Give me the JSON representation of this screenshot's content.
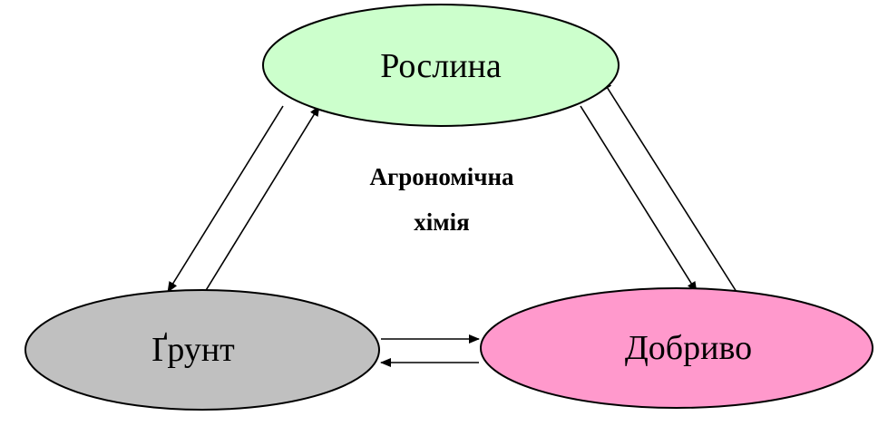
{
  "diagram": {
    "nodes": {
      "plant": {
        "label": "Рослина",
        "fill": "#ccffcc"
      },
      "soil": {
        "label": "Ґрунт",
        "fill": "#c0c0c0"
      },
      "fertilizer": {
        "label": "Добриво",
        "fill": "#ff99cc"
      }
    },
    "center": {
      "line1": "Агрономічна",
      "line2": "хімія"
    },
    "edges": [
      {
        "from": "plant",
        "to": "soil"
      },
      {
        "from": "soil",
        "to": "plant"
      },
      {
        "from": "plant",
        "to": "fertilizer"
      },
      {
        "from": "fertilizer",
        "to": "plant"
      },
      {
        "from": "soil",
        "to": "fertilizer"
      },
      {
        "from": "fertilizer",
        "to": "soil"
      }
    ],
    "colors": {
      "stroke": "#000000"
    }
  }
}
